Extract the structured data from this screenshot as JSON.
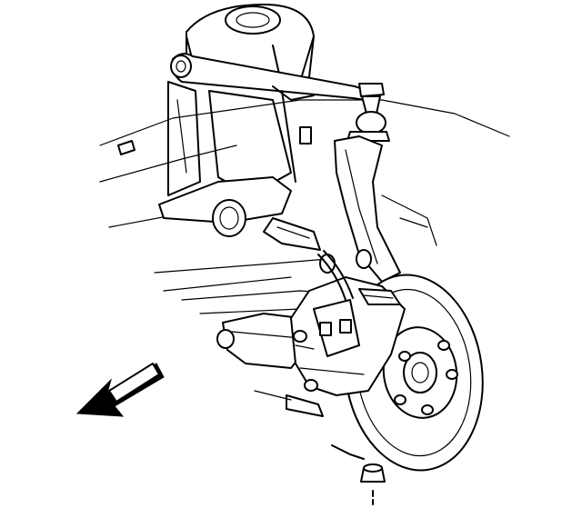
{
  "diagram": {
    "colors": {
      "line": "#000000",
      "background": "#ffffff",
      "arrow_fill": "#000000"
    },
    "components": [
      "upper-control-arm",
      "upper-ball-joint",
      "steering-knuckle",
      "brake-rotor",
      "brake-caliper",
      "wheel-hub",
      "frame-rail",
      "lower-ball-joint-nut",
      "direction-arrow"
    ]
  }
}
